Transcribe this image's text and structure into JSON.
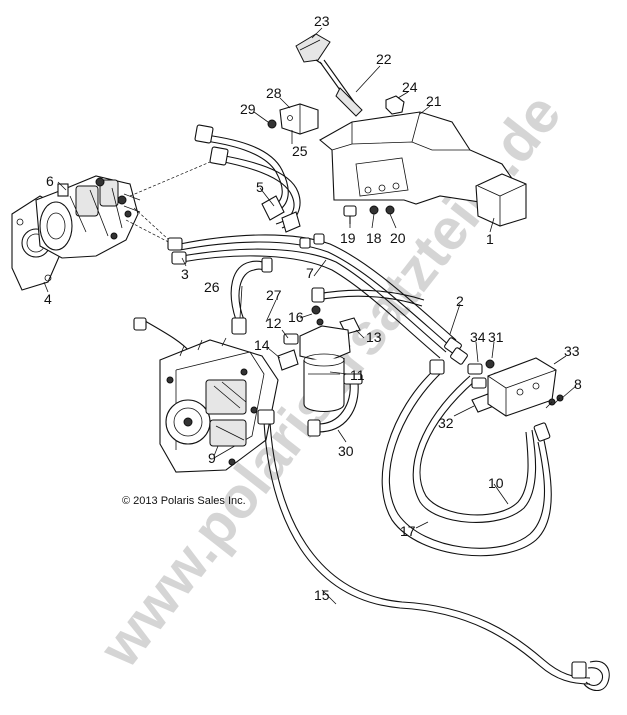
{
  "diagram": {
    "copyright": "© 2013 Polaris Sales Inc.",
    "watermark": "www.polarisersatzteile.de",
    "watermark_color": "#c8c8c8",
    "callouts": [
      {
        "id": "c1",
        "label": "1"
      },
      {
        "id": "c2",
        "label": "2"
      },
      {
        "id": "c3",
        "label": "3"
      },
      {
        "id": "c4",
        "label": "4"
      },
      {
        "id": "c5",
        "label": "5"
      },
      {
        "id": "c6",
        "label": "6"
      },
      {
        "id": "c7",
        "label": "7"
      },
      {
        "id": "c8",
        "label": "8"
      },
      {
        "id": "c9",
        "label": "9"
      },
      {
        "id": "c10",
        "label": "10"
      },
      {
        "id": "c11",
        "label": "11"
      },
      {
        "id": "c12",
        "label": "12"
      },
      {
        "id": "c13",
        "label": "13"
      },
      {
        "id": "c14",
        "label": "14"
      },
      {
        "id": "c15",
        "label": "15"
      },
      {
        "id": "c16",
        "label": "16"
      },
      {
        "id": "c17",
        "label": "17"
      },
      {
        "id": "c18",
        "label": "18"
      },
      {
        "id": "c19",
        "label": "19"
      },
      {
        "id": "c20",
        "label": "20"
      },
      {
        "id": "c21",
        "label": "21"
      },
      {
        "id": "c22",
        "label": "22"
      },
      {
        "id": "c23",
        "label": "23"
      },
      {
        "id": "c24",
        "label": "24"
      },
      {
        "id": "c25",
        "label": "25"
      },
      {
        "id": "c26",
        "label": "26"
      },
      {
        "id": "c27",
        "label": "27"
      },
      {
        "id": "c28",
        "label": "28"
      },
      {
        "id": "c29",
        "label": "29"
      },
      {
        "id": "c30",
        "label": "30"
      },
      {
        "id": "c31",
        "label": "31"
      },
      {
        "id": "c32",
        "label": "32"
      },
      {
        "id": "c33",
        "label": "33"
      },
      {
        "id": "c34",
        "label": "34"
      }
    ]
  }
}
